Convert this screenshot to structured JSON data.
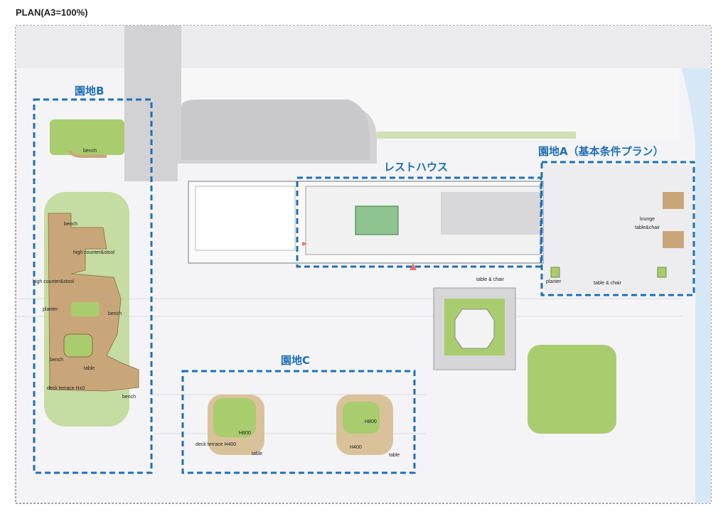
{
  "sheet_title": "PLAN(A3=100%)",
  "zones": {
    "b": "園地B",
    "a": "園地A（基本条件プラン）",
    "c": "園地C",
    "rest_house": "レストハウス"
  },
  "labels": {
    "bench": "bench",
    "high_counter_stool": "high counter&stool",
    "planter": "planter",
    "table": "table",
    "deck_terrace_h0": "deck terrace H±0",
    "deck_terrace_h400": "deck terrace H400",
    "h800": "H800",
    "h400": "H400",
    "table_chair": "table & chair",
    "lounge": "lounge",
    "table_chair_compact": "table&chair"
  },
  "colors": {
    "zone_outline": "#1f6fb8",
    "deck": "#c9a67a",
    "lawn": "#a9cc6f",
    "water": "#d6e8f6",
    "paving": "#efeff1"
  }
}
